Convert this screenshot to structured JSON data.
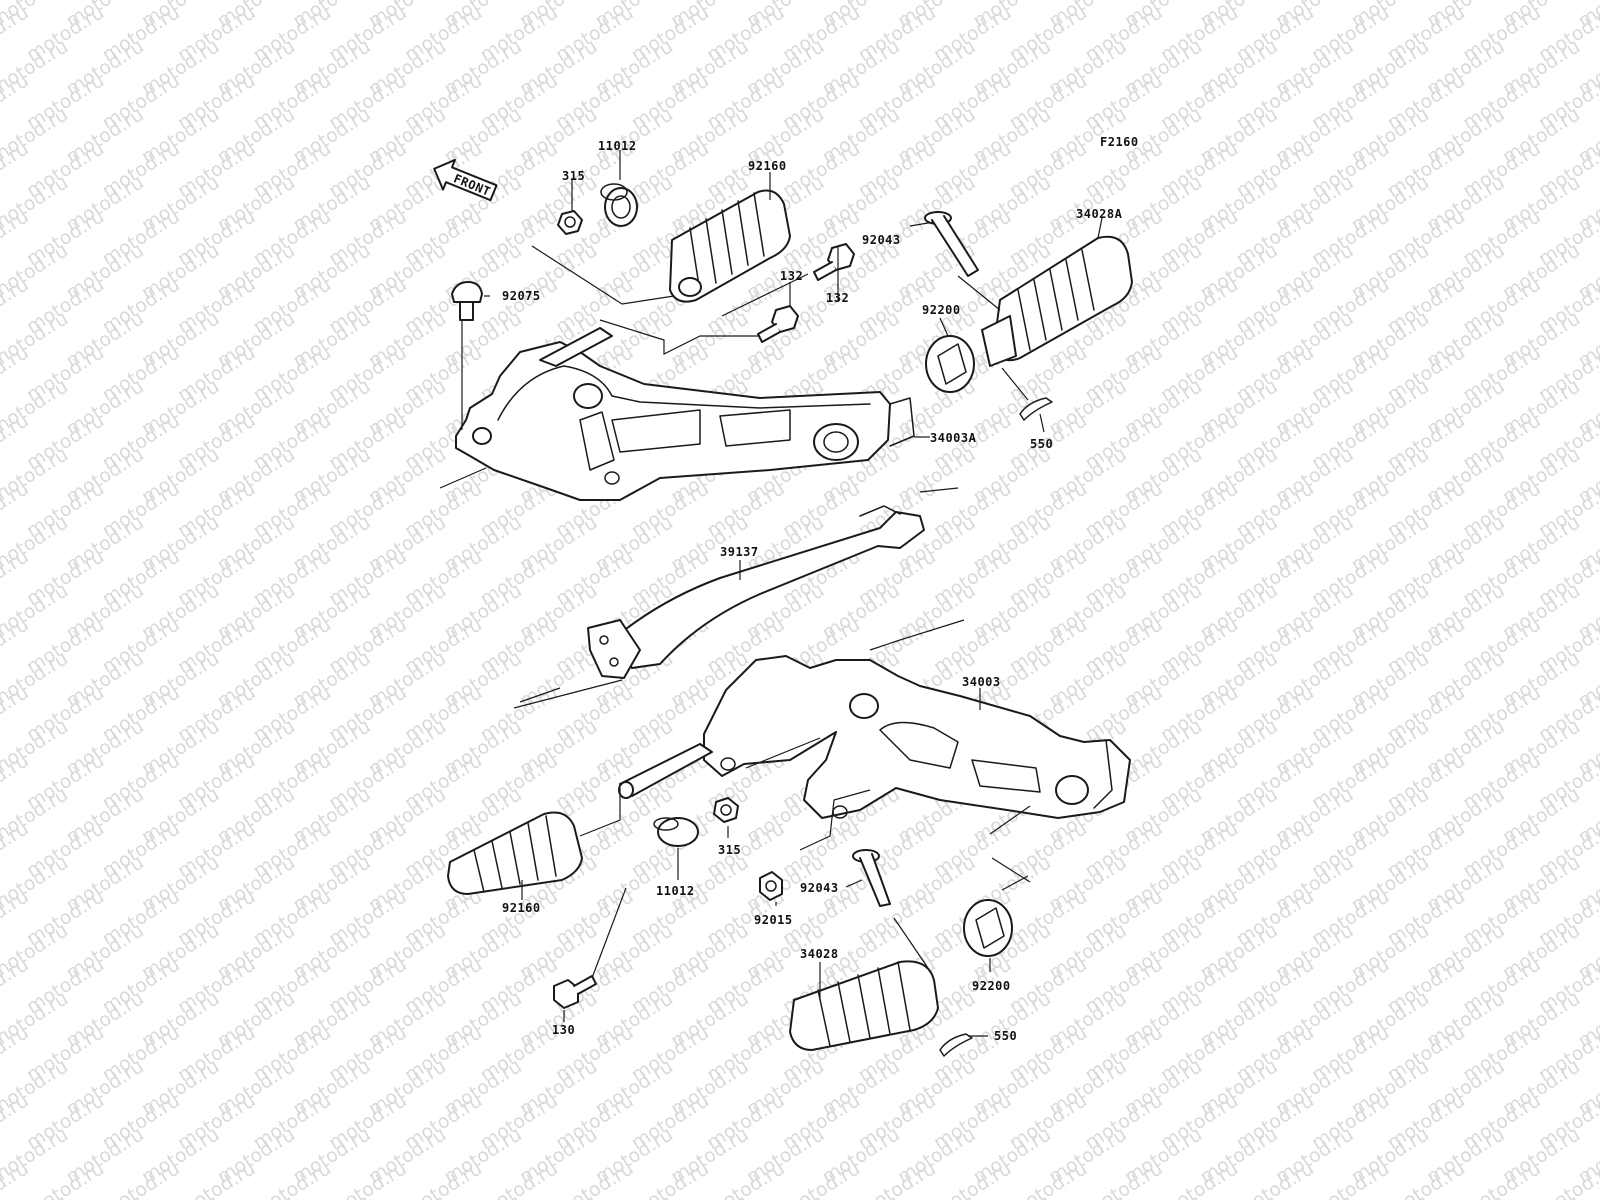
{
  "watermark": "motod.ru",
  "figure_code": "F2160",
  "front_label": "FRONT",
  "colors": {
    "line": "#1a1a1a",
    "watermark": "#d9d9d9",
    "background": "#ffffff"
  },
  "parts": [
    {
      "id": "p11012a",
      "number": "11012"
    },
    {
      "id": "p315a",
      "number": "315"
    },
    {
      "id": "p92160a",
      "number": "92160"
    },
    {
      "id": "p92075",
      "number": "92075"
    },
    {
      "id": "p132a",
      "number": "132"
    },
    {
      "id": "p132b",
      "number": "132"
    },
    {
      "id": "p92043a",
      "number": "92043"
    },
    {
      "id": "p34028A",
      "number": "34028A"
    },
    {
      "id": "p92200a",
      "number": "92200"
    },
    {
      "id": "p34003A",
      "number": "34003A"
    },
    {
      "id": "p550a",
      "number": "550"
    },
    {
      "id": "p39137",
      "number": "39137"
    },
    {
      "id": "p34003",
      "number": "34003"
    },
    {
      "id": "p92160b",
      "number": "92160"
    },
    {
      "id": "p11012b",
      "number": "11012"
    },
    {
      "id": "p315b",
      "number": "315"
    },
    {
      "id": "p92043b",
      "number": "92043"
    },
    {
      "id": "p92015",
      "number": "92015"
    },
    {
      "id": "p34028",
      "number": "34028"
    },
    {
      "id": "p92200b",
      "number": "92200"
    },
    {
      "id": "p130",
      "number": "130"
    },
    {
      "id": "p550b",
      "number": "550"
    }
  ]
}
